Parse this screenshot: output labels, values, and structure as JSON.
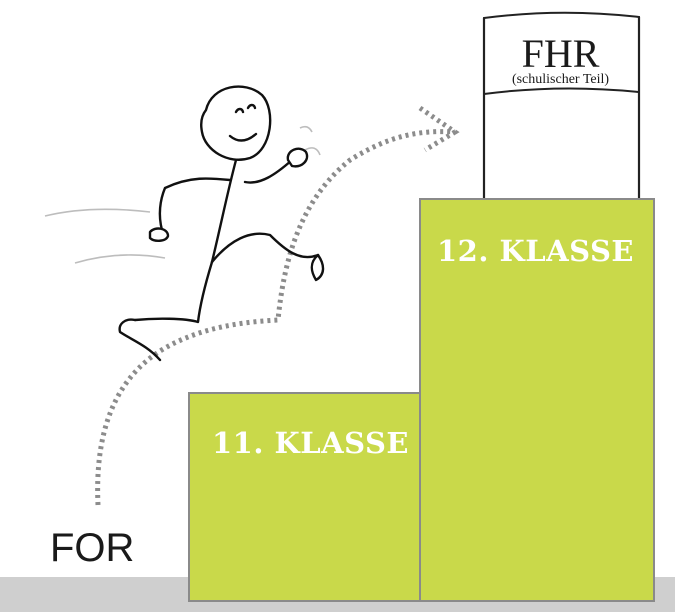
{
  "goal": {
    "title": "FHR",
    "subtitle": "(schulischer Teil)"
  },
  "steps": [
    {
      "label": "11. KLASSE"
    },
    {
      "label": "12. KLASSE"
    }
  ],
  "start_label": "FOR",
  "colors": {
    "step_fill": "#c9d94a",
    "step_border": "#8a8a8a",
    "floor": "#cfcfcf",
    "path_dots": "#8c8c8c"
  },
  "icons": [
    "running-stick-figure-icon",
    "dotted-arrow-icon",
    "goal-flag-icon"
  ]
}
